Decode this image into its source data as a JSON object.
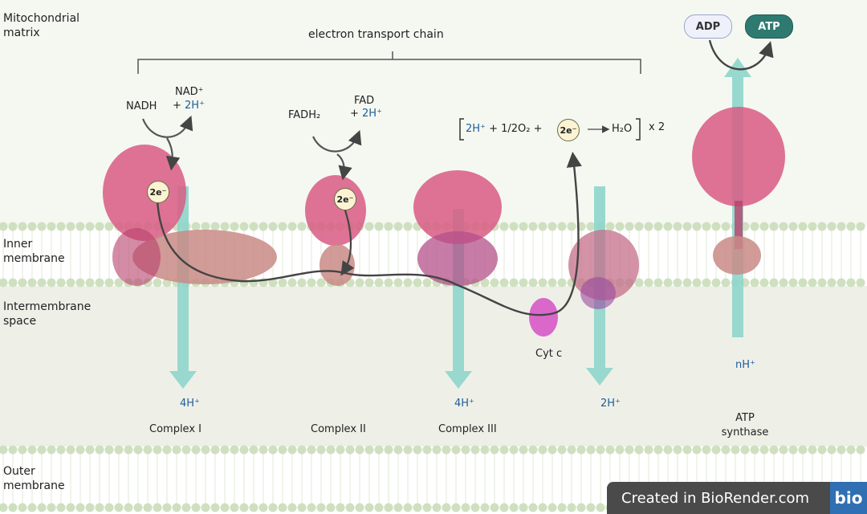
{
  "regions": {
    "matrix": "Mitochondrial\nmatrix",
    "inner_membrane": "Inner\nmembrane",
    "intermembrane_space": "Intermembrane\nspace",
    "outer_membrane": "Outer\nmembrane"
  },
  "chain_label": "electron transport chain",
  "complex1": {
    "donor": "NADH",
    "product_top": "NAD⁺",
    "product_plus": "+ ",
    "product_h": "2H⁺",
    "protons": "4H⁺",
    "name": "Complex I"
  },
  "complex2": {
    "donor": "FADH₂",
    "product_top": "FAD",
    "product_plus": "+ ",
    "product_h": "2H⁺",
    "name": "Complex II"
  },
  "complex3": {
    "protons": "4H⁺",
    "name": "Complex III"
  },
  "complex4": {
    "protons": "2H⁺"
  },
  "cytc": "Cyt c",
  "electron": "2e⁻",
  "water_eq": {
    "h": "2H⁺",
    "o2": "+ 1/2O₂ +",
    "product": "H₂O",
    "times": "x 2"
  },
  "atp_synthase": {
    "name": "ATP\nsynthase",
    "protons": "nH⁺",
    "adp": "ADP",
    "atp": "ATP"
  },
  "badge": {
    "text": "Created in BioRender.com",
    "logo": "bio"
  },
  "colors": {
    "matrix_bg": "#f4f8f1",
    "ims_bg": "#eef0e8",
    "lipid": "#cfe0c0",
    "proton_arrow": "#8ed5cb",
    "protein": "#d95b84",
    "protein_dark": "#b8406a",
    "membrane_part": "#c98a86",
    "cytc": "#d64fc4",
    "electron_path": "#444444"
  }
}
